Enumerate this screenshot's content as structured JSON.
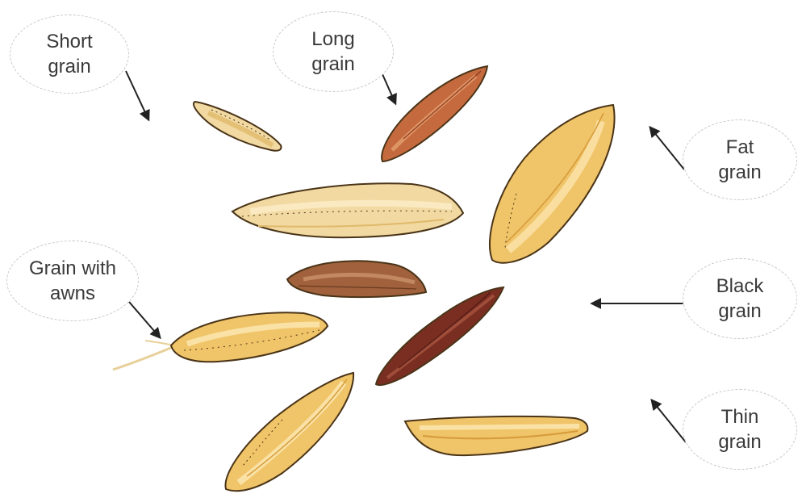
{
  "labels": {
    "short_grain": "Short\ngrain",
    "long_grain": "Long\ngrain",
    "fat_grain": "Fat\ngrain",
    "grain_with_awns": "Grain with\nawns",
    "black_grain": "Black\ngrain",
    "thin_grain": "Thin\ngrain"
  },
  "colors": {
    "outline": "#4a3418",
    "light_grain": "#f1d9a1",
    "light_grain_shade": "#e0b96a",
    "golden_grain": "#f0c468",
    "golden_grain_shade": "#d69a3a",
    "red_grain": "#c56a3e",
    "red_grain_shade": "#8e3c20",
    "brown_grain": "#a0613c",
    "brown_grain_shade": "#6b3a20",
    "black_grain": "#7a2e22",
    "black_grain_shade": "#4e1a14",
    "arrow": "#222222",
    "bubble_border": "#c8c8c8"
  }
}
